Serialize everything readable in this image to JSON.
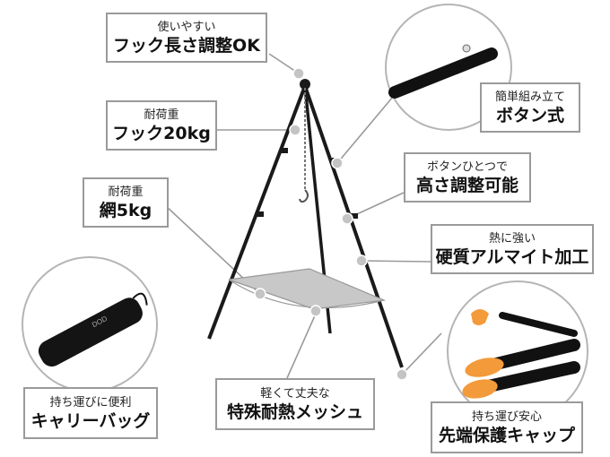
{
  "labels": {
    "hook": {
      "sub": "使いやすい",
      "main": "フック長さ調整OK"
    },
    "hook_load": {
      "sub": "耐荷重",
      "main": "フック20kg"
    },
    "net_load": {
      "sub": "耐荷重",
      "main": "網5kg"
    },
    "assembly": {
      "sub": "簡単組み立て",
      "main": "ボタン式"
    },
    "height": {
      "sub": "ボタンひとつで",
      "main": "高さ調整可能"
    },
    "aluminum": {
      "sub": "熱に強い",
      "main": "硬質アルマイト加工"
    },
    "mesh": {
      "sub": "軽くて丈夫な",
      "main": "特殊耐熱メッシュ"
    },
    "bag": {
      "sub": "持ち運びに便利",
      "main": "キャリーバッグ"
    },
    "cap": {
      "sub": "持ち運び安心",
      "main": "先端保護キャップ"
    }
  },
  "bag_logo": "DOD",
  "colors": {
    "frame": "#1a1a1a",
    "border": "#9a9a9a",
    "circle": "#b5b5b5",
    "cap": "#f39a3a",
    "mesh": "#bdbdbd"
  }
}
